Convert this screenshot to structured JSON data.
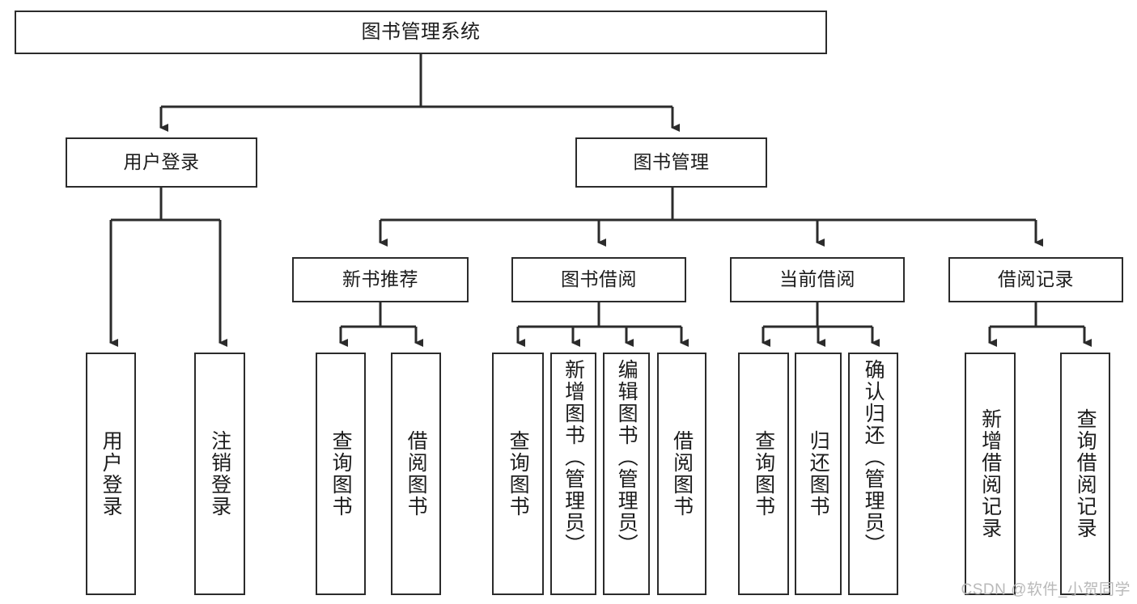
{
  "diagram": {
    "title": "图书管理系统",
    "type": "tree",
    "stroke_color": "#2b2b2b",
    "fill_color": "#ffffff",
    "text_color": "#1c1c1c",
    "watermark": "CSDN @软件_小贺同学",
    "watermark_color": "#b9b9b9"
  },
  "nodes": {
    "root": {
      "label": "图书管理系统"
    },
    "level2": [
      {
        "id": "user-login",
        "label": "用户登录"
      },
      {
        "id": "book-manage",
        "label": "图书管理"
      }
    ],
    "level3": [
      {
        "id": "new-book-recommend",
        "label": "新书推荐"
      },
      {
        "id": "book-borrow",
        "label": "图书借阅"
      },
      {
        "id": "current-borrow",
        "label": "当前借阅"
      },
      {
        "id": "borrow-record",
        "label": "借阅记录"
      }
    ],
    "leaves": {
      "user_login": [
        {
          "id": "leaf-user-login",
          "label": "用户登录"
        },
        {
          "id": "leaf-logout",
          "label": "注销登录"
        }
      ],
      "new_book_recommend": [
        {
          "id": "leaf-query-book-1",
          "label": "查询图书"
        },
        {
          "id": "leaf-borrow-book-1",
          "label": "借阅图书"
        }
      ],
      "book_borrow": [
        {
          "id": "leaf-query-book-2",
          "label": "查询图书"
        },
        {
          "id": "leaf-add-book",
          "label": "新增图书（管理员）"
        },
        {
          "id": "leaf-edit-book",
          "label": "编辑图书（管理员）"
        },
        {
          "id": "leaf-borrow-book-2",
          "label": "借阅图书"
        }
      ],
      "current_borrow": [
        {
          "id": "leaf-query-book-3",
          "label": "查询图书"
        },
        {
          "id": "leaf-return-book",
          "label": "归还图书"
        },
        {
          "id": "leaf-confirm-return",
          "label": "确认归还（管理员）"
        }
      ],
      "borrow_record": [
        {
          "id": "leaf-add-record",
          "label": "新增借阅记录"
        },
        {
          "id": "leaf-query-record",
          "label": "查询借阅记录"
        }
      ]
    }
  }
}
